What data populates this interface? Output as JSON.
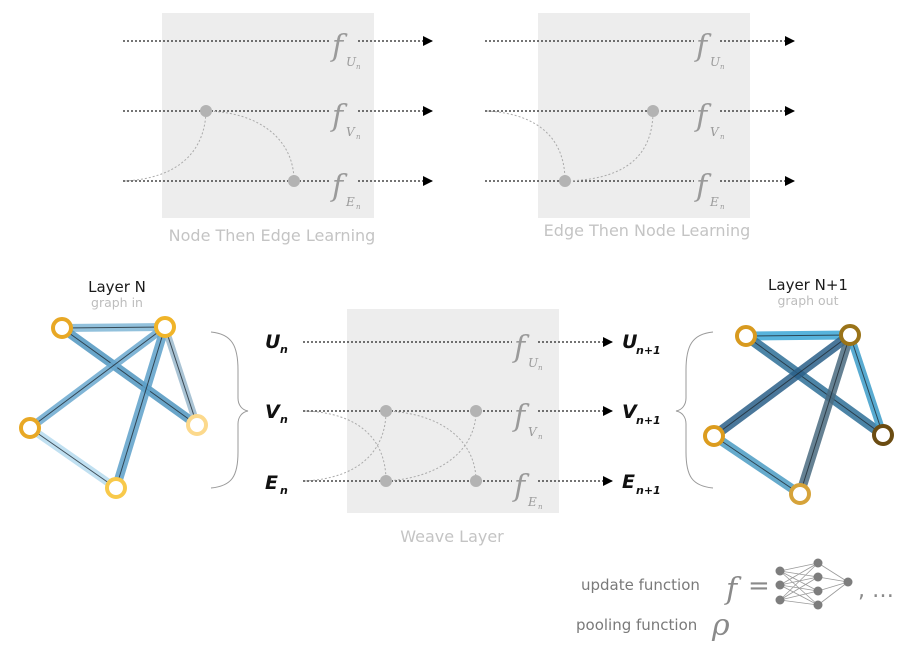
{
  "panels": {
    "node_then_edge": {
      "caption": "Node Then Edge Learning",
      "functions": [
        {
          "f": "f",
          "sub": "U",
          "subsub": "n"
        },
        {
          "f": "f",
          "sub": "V",
          "subsub": "n"
        },
        {
          "f": "f",
          "sub": "E",
          "subsub": "n"
        }
      ]
    },
    "edge_then_node": {
      "caption": "Edge Then Node Learning",
      "functions": [
        {
          "f": "f",
          "sub": "U",
          "subsub": "n"
        },
        {
          "f": "f",
          "sub": "V",
          "subsub": "n"
        },
        {
          "f": "f",
          "sub": "E",
          "subsub": "n"
        }
      ]
    },
    "weave": {
      "caption": "Weave Layer",
      "functions": [
        {
          "f": "f",
          "sub": "U",
          "subsub": "n"
        },
        {
          "f": "f",
          "sub": "V",
          "subsub": "n"
        },
        {
          "f": "f",
          "sub": "E",
          "subsub": "n"
        }
      ],
      "inputs": [
        {
          "main": "U",
          "sub": "n"
        },
        {
          "main": "V",
          "sub": "n"
        },
        {
          "main": "E",
          "sub": "n"
        }
      ],
      "outputs": [
        {
          "main": "U",
          "sub": "n+1"
        },
        {
          "main": "V",
          "sub": "n+1"
        },
        {
          "main": "E",
          "sub": "n+1"
        }
      ]
    }
  },
  "graph_in": {
    "title": "Layer N",
    "subtitle": "graph in",
    "node_colors": [
      "#e8a825",
      "#f0b429",
      "#fcd98c",
      "#e8a825",
      "#f8c94a"
    ],
    "edge_colors": [
      "#7fb6d6",
      "#4f95bf",
      "#6aa8cf",
      "#5da0c9",
      "#9ab8cc",
      "#b5dbef"
    ]
  },
  "graph_out": {
    "title": "Layer N+1",
    "subtitle": "graph out",
    "node_colors": [
      "#d89a1f",
      "#9a7318",
      "#6b4c12",
      "#dc9c1e",
      "#d6a33a"
    ],
    "edge_colors": [
      "#3aa6d6",
      "#2d6f97",
      "#2a5f88",
      "#4a6b80",
      "#3c9cc9",
      "#4a9bc3"
    ]
  },
  "legend": {
    "update_label": "update function",
    "update_symbol": "f",
    "equals": "=",
    "trailing": ", …",
    "pooling_label": "pooling function",
    "pooling_symbol": "ρ"
  }
}
